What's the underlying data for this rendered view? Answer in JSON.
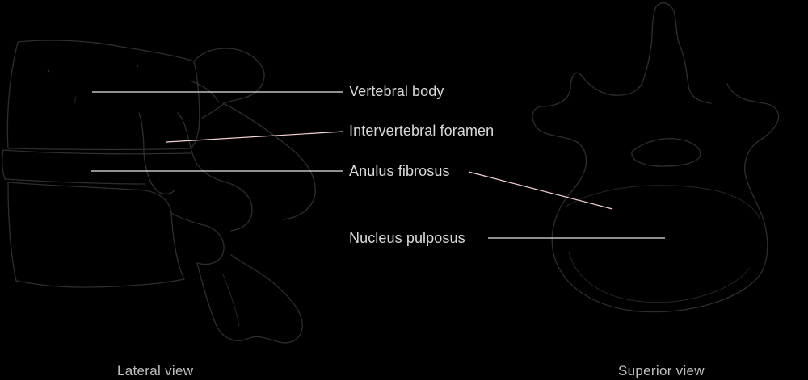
{
  "labels": {
    "vertebral_body": "Vertebral body",
    "intervertebral_foramen": "Intervertebral foramen",
    "anulus_fibrosus": "Anulus fibrosus",
    "nucleus_pulposus": "Nucleus pulposus"
  },
  "captions": {
    "lateral": "Lateral view",
    "superior": "Superior view"
  },
  "colors": {
    "background": "#000000",
    "label_text": "#d9d9d9",
    "leader_line": "#e6e6e6",
    "leader_line_pink": "#f2d4d4",
    "drawing_outline": "#2e2e2e"
  }
}
